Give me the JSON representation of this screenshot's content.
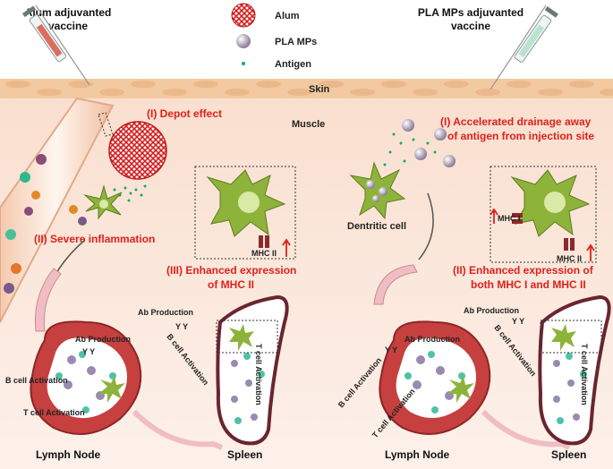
{
  "header": {
    "left_title_line1": "Alum adjuvanted",
    "left_title_line2": "vaccine",
    "right_title_line1": "PLA MPs adjuvanted",
    "right_title_line2": "vaccine"
  },
  "legend": {
    "alum": "Alum",
    "pla": "PLA MPs",
    "antigen": "Antigen"
  },
  "tissue": {
    "skin": "Skin",
    "muscle": "Muscle"
  },
  "left": {
    "depot": "(I) Depot effect",
    "inflammation": "(II) Severe inflammation",
    "mhc_label": "MHC II",
    "enhanced_line1": "(III) Enhanced expression",
    "enhanced_line2": "of MHC II",
    "ab_production_ln": "Ab Production",
    "b_cell_ln": "B cell Activation",
    "t_cell_ln": "T cell Activation",
    "lymph_node": "Lymph Node",
    "ab_production_sp": "Ab Production",
    "b_cell_sp": "B cell Activation",
    "t_cell_sp": "T cell Activation",
    "spleen": "Spleen"
  },
  "right": {
    "drainage_line1": "(I) Accelerated drainage away",
    "drainage_line2": "of antigen from injection site",
    "dendritic": "Dentritic cell",
    "mhc1_label": "MHC I",
    "mhc2_label": "MHC II",
    "enhanced_line1": "(II) Enhanced expression of",
    "enhanced_line2": "both MHC I and MHC II",
    "ab_production_ln": "Ab Production",
    "b_cell_ln": "B cell Activation",
    "t_cell_ln": "T cell Activation",
    "lymph_node": "Lymph Node",
    "ab_production_sp": "Ab Production",
    "b_cell_sp": "B cell Activation",
    "t_cell_sp": "T cell Activation",
    "spleen": "Spleen"
  },
  "colors": {
    "skin": "#f3c9a1",
    "muscle": "#fbe7da",
    "red_text": "#e0201b",
    "cell_green": "#8db33a",
    "organ_red": "#b03030"
  }
}
